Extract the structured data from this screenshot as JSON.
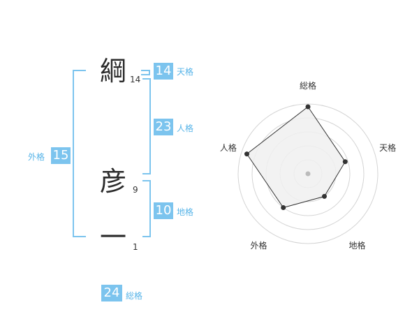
{
  "name": {
    "chars": [
      {
        "char": "綱",
        "strokes": "14"
      },
      {
        "char": "彦",
        "strokes": "9"
      },
      {
        "char": "一",
        "strokes": "1"
      }
    ]
  },
  "scores": {
    "tenkaku": {
      "value": "14",
      "label": "天格"
    },
    "jinkaku": {
      "value": "23",
      "label": "人格"
    },
    "chikaku": {
      "value": "10",
      "label": "地格"
    },
    "gaikaku": {
      "value": "15",
      "label": "外格"
    },
    "soukaku": {
      "value": "24",
      "label": "総格"
    }
  },
  "chart_data": {
    "type": "radar",
    "axes": [
      "総格",
      "天格",
      "地格",
      "外格",
      "人格"
    ],
    "values": [
      24,
      14,
      10,
      15,
      23
    ],
    "range": [
      0,
      25
    ],
    "rings": 5,
    "grid": true,
    "colors": {
      "fill": "#f0f0f0",
      "line": "#333333",
      "point": "#333333",
      "grid": "#d4d4d4",
      "center": "#bbbbbb"
    }
  },
  "colors": {
    "accent": "#7cc4ee",
    "label": "#57b4e8"
  }
}
